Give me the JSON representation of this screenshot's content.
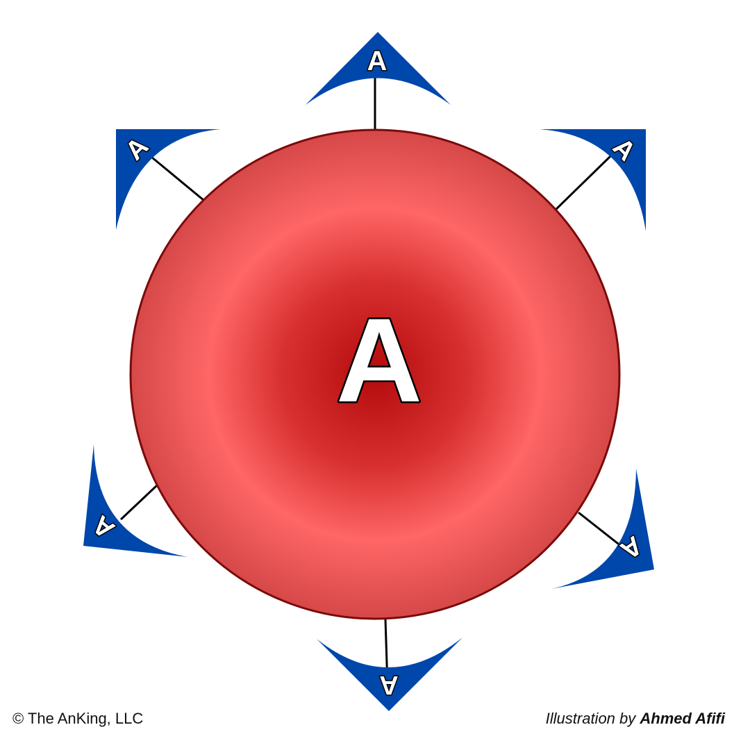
{
  "cell": {
    "label": "A",
    "fill_center": "#B30B0B",
    "fill_mid": "#FF6666",
    "fill_edge": "#D64848",
    "border": "#7A0A0A"
  },
  "antibodies": {
    "label": "A",
    "color": "#0047AB",
    "count": 6
  },
  "footer": {
    "copyright": "© The AnKing, LLC",
    "credit_prefix": "Illustration by ",
    "credit_author": "Ahmed Afifi"
  }
}
